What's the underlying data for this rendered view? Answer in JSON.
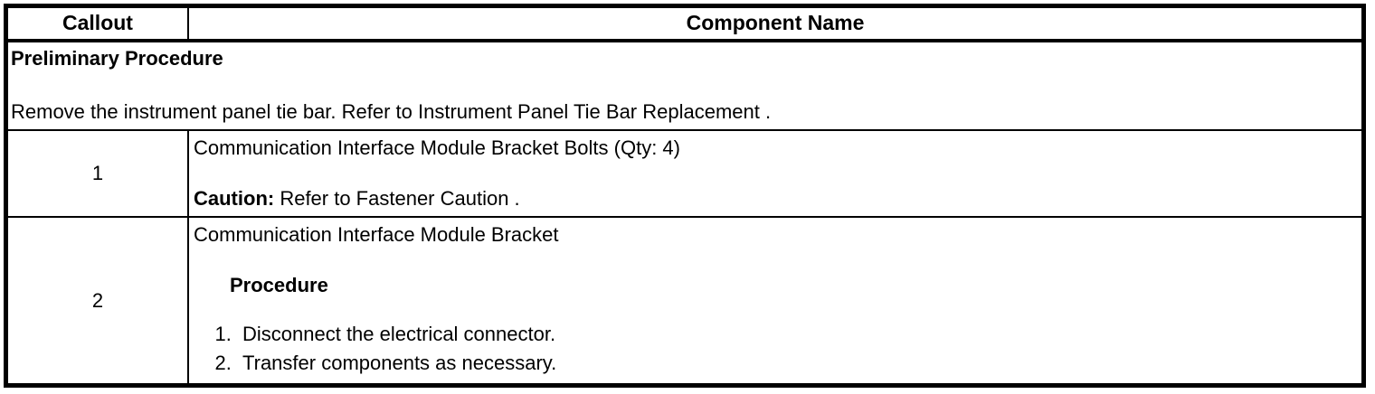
{
  "colors": {
    "background": "#ffffff",
    "border": "#000000",
    "text": "#000000"
  },
  "table": {
    "header": {
      "callout": "Callout",
      "component_name": "Component Name"
    },
    "preliminary": {
      "title": "Preliminary Procedure",
      "instruction": "Remove the instrument panel tie bar. Refer to Instrument Panel Tie Bar Replacement ."
    },
    "rows": [
      {
        "callout": "1",
        "component": "Communication Interface Module Bracket Bolts (Qty: 4)",
        "caution_label": "Caution:",
        "caution_text": " Refer to Fastener Caution ."
      },
      {
        "callout": "2",
        "component": "Communication Interface Module Bracket",
        "procedure_title": "Procedure",
        "steps": [
          "Disconnect the electrical connector.",
          "Transfer components as necessary."
        ]
      }
    ]
  }
}
